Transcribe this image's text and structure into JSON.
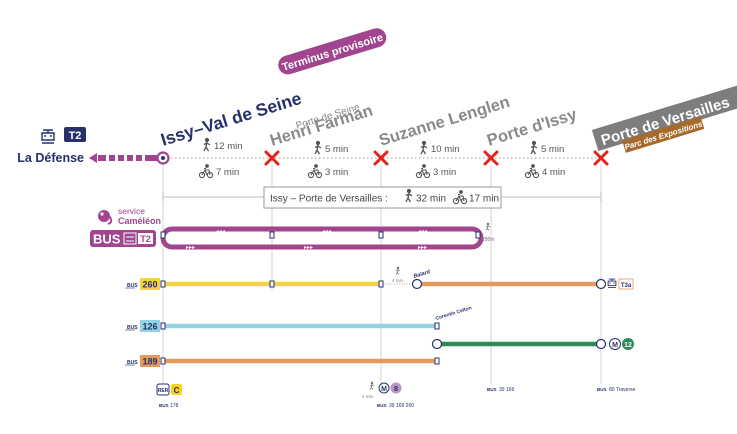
{
  "colors": {
    "t2_purple": "#a2458f",
    "navy": "#26306b",
    "closed_red": "#e2231a",
    "gray": "#7a7a7a",
    "expo_brown": "#a66a2c",
    "bus260": "#f2d346",
    "bus126": "#93d1e4",
    "bus189": "#e39a5d",
    "t3a_green": "#2e8b57",
    "metro12": "#2e8b57",
    "metro8": "#b995c6",
    "rer_c": "#f3d320"
  },
  "tram": {
    "line": "T2",
    "direction": "La Défense"
  },
  "stations": [
    {
      "name": "Issy–Val de Seine",
      "sub": "",
      "badge": "Terminus provisoire",
      "status": "open"
    },
    {
      "name": "Henri Farman",
      "sub": "Porte de Seine",
      "badge": "",
      "status": "closed"
    },
    {
      "name": "Suzanne Lenglen",
      "sub": "",
      "badge": "",
      "status": "closed"
    },
    {
      "name": "Porte d'Issy",
      "sub": "",
      "badge": "",
      "status": "closed"
    },
    {
      "name": "Porte de Versailles",
      "sub": "Parc des Expositions",
      "badge": "",
      "status": "closed"
    }
  ],
  "segments": [
    {
      "walk": "12 min",
      "bike": "7 min"
    },
    {
      "walk": "5 min",
      "bike": "3 min"
    },
    {
      "walk": "10 min",
      "bike": "3 min"
    },
    {
      "walk": "5 min",
      "bike": "4 min"
    }
  ],
  "total": {
    "label": "Issy – Porte de Versailles :",
    "walk": "32 min",
    "bike": "17 min"
  },
  "shuttle": {
    "service": "service",
    "name": "Caméléon",
    "bus": "BUS",
    "tram": "T2",
    "walk_note": "150m"
  },
  "buses": [
    {
      "number": "260",
      "tag": "BUS",
      "transfer_walk": "4 min",
      "stop": "Balard",
      "end_line": "T3a"
    },
    {
      "number": "126",
      "tag": "BUS",
      "stop": "Corentin Celton"
    },
    {
      "number": "189",
      "tag": "BUS",
      "end_metro": "M",
      "end_line": "12"
    }
  ],
  "connections": [
    {
      "rer": "RER",
      "line": "C",
      "bus_tag": "BUS",
      "bus": "178"
    },
    {
      "walk": "4 min",
      "metro": "M",
      "line": "8",
      "bus_tag": "BUS",
      "bus": "39 169 260"
    },
    {
      "bus_tag": "BUS",
      "bus": "39 169"
    },
    {
      "bus_tag": "BUS",
      "bus": "80 Traverse"
    }
  ]
}
